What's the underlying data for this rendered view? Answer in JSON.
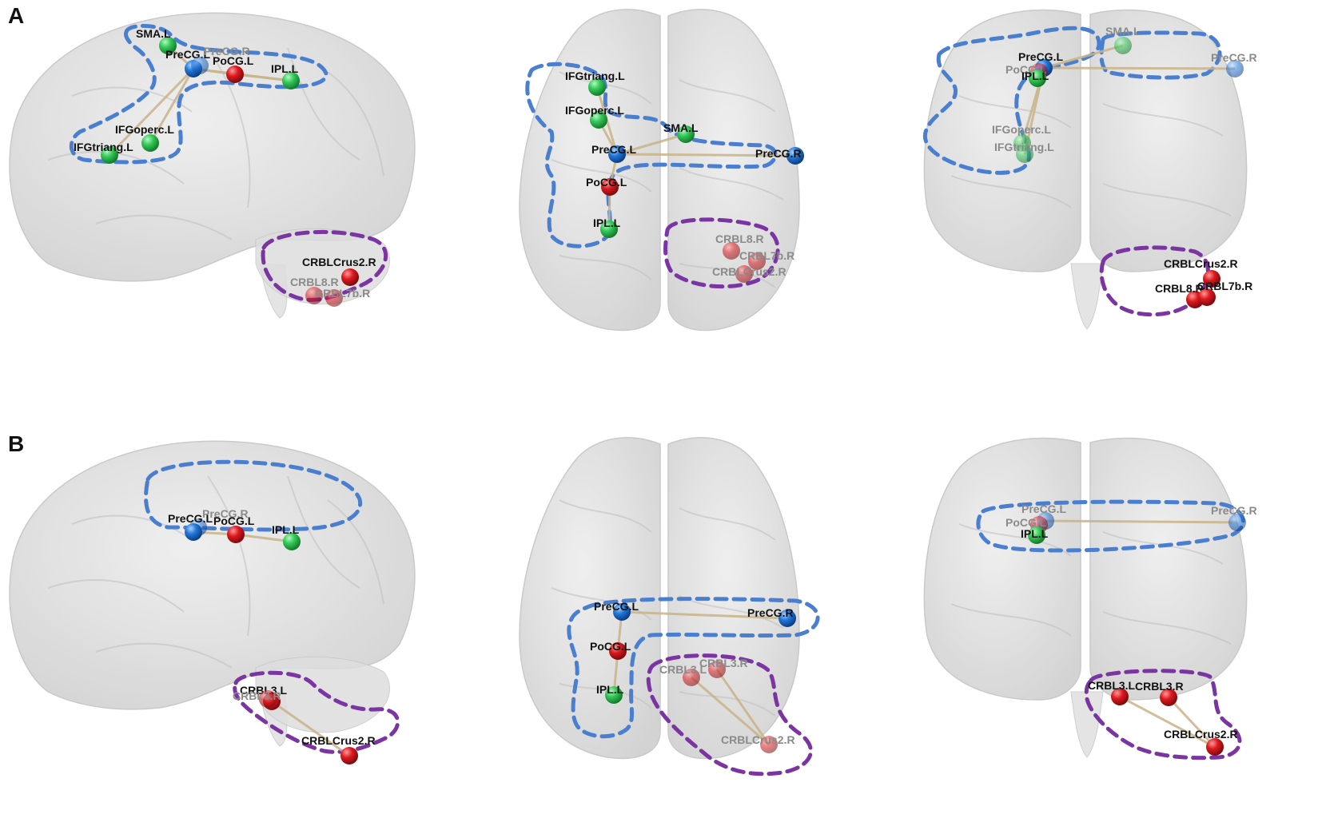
{
  "panels": [
    {
      "letter": "A",
      "views": [
        {
          "view": "sagittal",
          "nodes": [
            {
              "label": "SMA.L",
              "color": "green"
            },
            {
              "label": "PreCG.L",
              "color": "blue"
            },
            {
              "label": "PreCG.R",
              "color": "blue",
              "faded": true
            },
            {
              "label": "PoCG.L",
              "color": "red"
            },
            {
              "label": "IPL.L",
              "color": "green"
            },
            {
              "label": "IFGoperc.L",
              "color": "green"
            },
            {
              "label": "IFGtriang.L",
              "color": "green"
            },
            {
              "label": "CRBLCrus2.R",
              "color": "red"
            },
            {
              "label": "CRBL8.R",
              "color": "red",
              "faded": true
            },
            {
              "label": "CRBL7b.R",
              "color": "red",
              "faded": true
            }
          ]
        },
        {
          "view": "axial",
          "nodes": [
            {
              "label": "IFGtriang.L",
              "color": "green"
            },
            {
              "label": "IFGoperc.L",
              "color": "green"
            },
            {
              "label": "SMA.L",
              "color": "green"
            },
            {
              "label": "PreCG.L",
              "color": "blue"
            },
            {
              "label": "PreCG.R",
              "color": "blue"
            },
            {
              "label": "PoCG.L",
              "color": "red"
            },
            {
              "label": "IPL.L",
              "color": "green"
            },
            {
              "label": "CRBL8.R",
              "color": "red",
              "faded": true
            },
            {
              "label": "CRBL7b.R",
              "color": "red",
              "faded": true
            },
            {
              "label": "CRBLCrus2.R",
              "color": "red",
              "faded": true
            }
          ]
        },
        {
          "view": "coronal",
          "nodes": [
            {
              "label": "SMA.L",
              "color": "green",
              "faded": true
            },
            {
              "label": "PreCG.L",
              "color": "blue"
            },
            {
              "label": "PoCG.L",
              "color": "red",
              "faded": true
            },
            {
              "label": "IPL.L",
              "color": "green"
            },
            {
              "label": "PreCG.R",
              "color": "blue",
              "faded": true
            },
            {
              "label": "IFGoperc.L",
              "color": "green",
              "faded": true
            },
            {
              "label": "IFGtriang.L",
              "color": "green",
              "faded": true
            },
            {
              "label": "CRBLCrus2.R",
              "color": "red"
            },
            {
              "label": "CRBL8.R",
              "color": "red"
            },
            {
              "label": "CRBL7b.R",
              "color": "red"
            }
          ]
        }
      ]
    },
    {
      "letter": "B",
      "views": [
        {
          "view": "sagittal",
          "nodes": [
            {
              "label": "PreCG.R",
              "color": "blue",
              "faded": true
            },
            {
              "label": "PreCG.L",
              "color": "blue"
            },
            {
              "label": "PoCG.L",
              "color": "red"
            },
            {
              "label": "IPL.L",
              "color": "green"
            },
            {
              "label": "CRBL3.L",
              "color": "red"
            },
            {
              "label": "CRBL3.R",
              "color": "red",
              "faded": true
            },
            {
              "label": "CRBLCrus2.R",
              "color": "red"
            }
          ]
        },
        {
          "view": "axial",
          "nodes": [
            {
              "label": "PreCG.L",
              "color": "blue"
            },
            {
              "label": "PreCG.R",
              "color": "blue"
            },
            {
              "label": "PoCG.L",
              "color": "red"
            },
            {
              "label": "IPL.L",
              "color": "green"
            },
            {
              "label": "CRBL3.L",
              "color": "red",
              "faded": true
            },
            {
              "label": "CRBL3.R",
              "color": "red",
              "faded": true
            },
            {
              "label": "CRBLCrus2.R",
              "color": "red",
              "faded": true
            }
          ]
        },
        {
          "view": "coronal",
          "nodes": [
            {
              "label": "PreCG.L",
              "color": "blue",
              "faded": true
            },
            {
              "label": "PoCG.L",
              "color": "red",
              "faded": true
            },
            {
              "label": "IPL.L",
              "color": "green"
            },
            {
              "label": "PreCG.R",
              "color": "blue",
              "faded": true
            },
            {
              "label": "CRBL3.L",
              "color": "red"
            },
            {
              "label": "CRBL3.R",
              "color": "red"
            },
            {
              "label": "CRBLCrus2.R",
              "color": "red"
            }
          ]
        }
      ]
    }
  ],
  "colors": {
    "green": "#2fc453",
    "blue": "#1f6fd1",
    "red": "#d8141b",
    "motor_outline": "#4a7fd0",
    "cerebellar_outline": "#7b35a3",
    "edge": "#c9b48a",
    "brain_fill": "#d9d9d9",
    "label_text": "#111111",
    "faded_label_text": "#8a8a8a"
  }
}
